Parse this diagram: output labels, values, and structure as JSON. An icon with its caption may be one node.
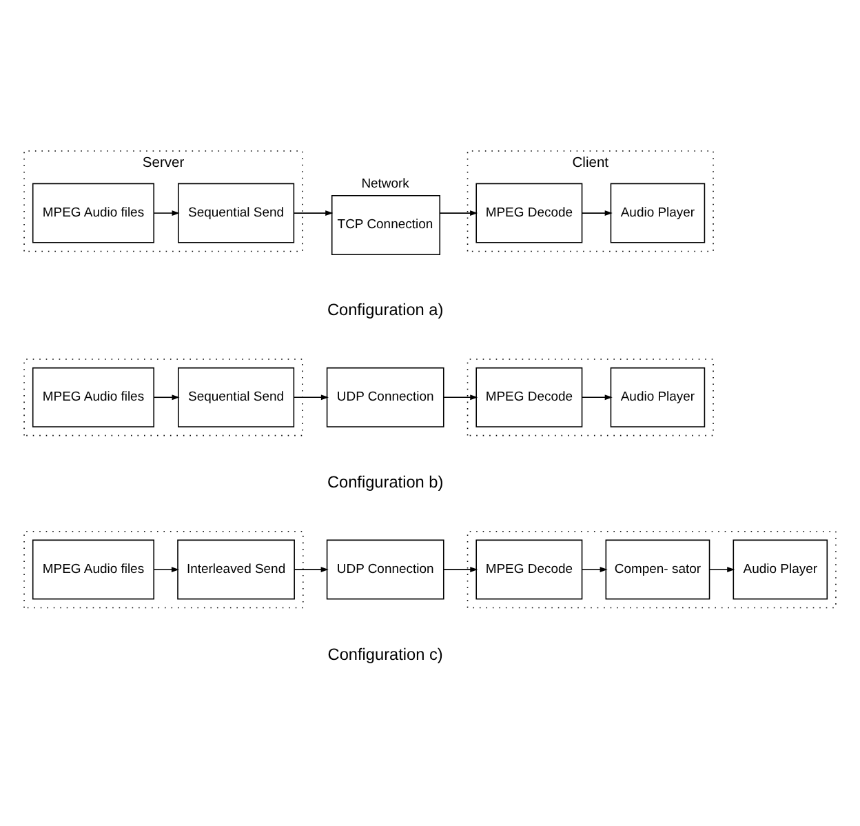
{
  "diagram": {
    "nodes": [
      {
        "text": [
          "Server"
        ]
      },
      {
        "text": [
          "MPEG Audio files"
        ],
        "in": 0
      },
      {
        "text": [
          "Sequential Send"
        ],
        "in": 0
      },
      {
        "text": [
          "TCP Connection"
        ],
        "beside": [
          "Network"
        ]
      },
      {
        "text": [
          "Client"
        ]
      },
      {
        "text": [
          "MPEG Decode"
        ],
        "in": 4
      },
      {
        "text": [
          "Audio Player"
        ],
        "in": 4
      },
      {
        "text": [],
        "shape": "box"
      },
      {
        "text": [
          "MPEG Audio files"
        ],
        "in": 7
      },
      {
        "text": [
          "Sequential Send"
        ],
        "in": 7
      },
      {
        "text": [
          "UDP Connection"
        ]
      },
      {
        "text": [],
        "shape": "box"
      },
      {
        "text": [
          "MPEG Decode"
        ],
        "in": 11
      },
      {
        "text": [
          "Audio Player"
        ],
        "in": 11
      },
      {
        "text": [],
        "shape": "box"
      },
      {
        "text": [
          "MPEG Audio files"
        ],
        "in": 14
      },
      {
        "text": [
          "Interleaved Send"
        ],
        "in": 14
      },
      {
        "text": [
          "UDP Connection"
        ]
      },
      {
        "text": [],
        "shape": "box"
      },
      {
        "text": [
          "MPEG Decode"
        ],
        "in": 18
      },
      {
        "text": [
          "Compen- sator"
        ],
        "in": 18
      },
      {
        "text": [
          "Audio Player"
        ],
        "in": 18
      }
    ],
    "edges": [
      {
        "from": 1,
        "to": 2,
        "arrow": "to"
      },
      {
        "from": 2,
        "to": 3,
        "arrow": "to"
      },
      {
        "from": 3,
        "to": 5,
        "arrow": "to"
      },
      {
        "from": 5,
        "to": 6,
        "arrow": "to"
      },
      {
        "from": 8,
        "to": 9,
        "arrow": "to"
      },
      {
        "from": 9,
        "to": 10,
        "arrow": "to"
      },
      {
        "from": 10,
        "to": 12,
        "arrow": "to"
      },
      {
        "from": 12,
        "to": 13,
        "arrow": "to"
      },
      {
        "from": 15,
        "to": 16,
        "arrow": "to"
      },
      {
        "from": 16,
        "to": 17,
        "arrow": "to"
      },
      {
        "from": 17,
        "to": 19,
        "arrow": "to"
      },
      {
        "from": 19,
        "to": 20,
        "arrow": "to"
      },
      {
        "from": 20,
        "to": 21,
        "arrow": "to"
      }
    ],
    "labels": [
      "Configuration a)",
      "Configuration b)",
      "Configuration c)"
    ]
  }
}
